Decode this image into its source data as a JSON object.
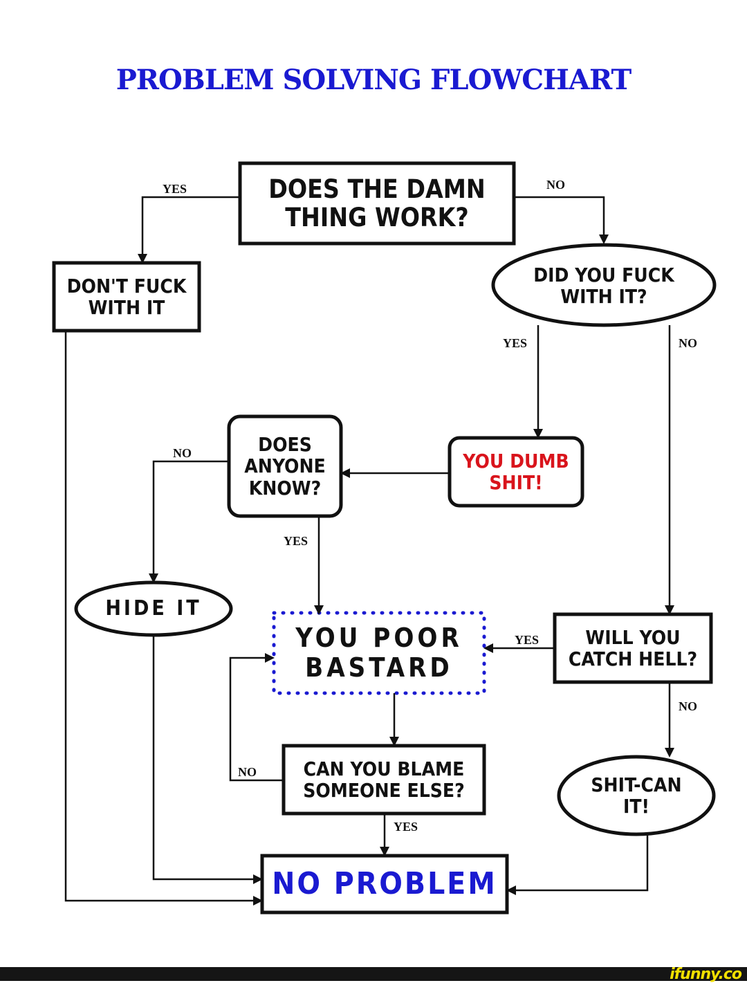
{
  "title": "PROBLEM SOLVING FLOWCHART",
  "nodes": {
    "works": "DOES THE DAMN\nTHING WORK?",
    "dont_touch": "DON'T FUCK\nWITH IT",
    "did_you": "DID YOU FUCK\nWITH IT?",
    "dumb": "YOU DUMB\nSHIT!",
    "anyone_know": "DOES\nANYONE\nKNOW?",
    "hide": "HIDE IT",
    "poor": "YOU POOR\nBASTARD",
    "catch_hell": "WILL YOU\nCATCH HELL?",
    "blame": "CAN YOU BLAME\nSOMEONE ELSE?",
    "shitcan": "SHIT-CAN\nIT!",
    "no_problem": "NO PROBLEM"
  },
  "edge_labels": {
    "works_yes": "YES",
    "works_no": "NO",
    "did_yes": "YES",
    "did_no": "NO",
    "anyone_no": "NO",
    "anyone_yes": "YES",
    "hell_yes": "YES",
    "hell_no": "NO",
    "blame_no": "NO",
    "blame_yes": "YES"
  },
  "colors": {
    "title": "#1a1ad1",
    "accent_red": "#d9141c",
    "accent_blue": "#1a1ad1",
    "line": "#111111"
  },
  "watermark": "ifunny.co"
}
